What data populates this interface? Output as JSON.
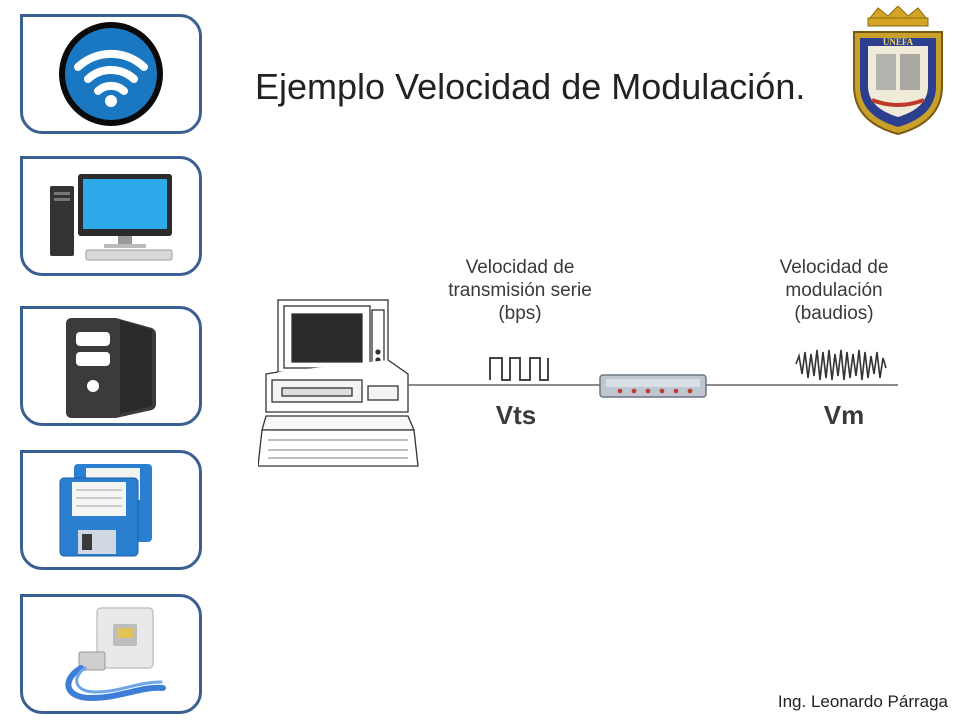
{
  "title": "Ejemplo Velocidad de Modulación.",
  "logo": {
    "text": "UNEFA"
  },
  "sidebar": {
    "items": [
      {
        "icon": "wifi-icon"
      },
      {
        "icon": "desktop-computer-icon"
      },
      {
        "icon": "server-tower-icon"
      },
      {
        "icon": "floppy-disks-icon"
      },
      {
        "icon": "ethernet-port-icon"
      }
    ]
  },
  "diagram": {
    "left_label": [
      "Velocidad de",
      "transmisión serie",
      "(bps)"
    ],
    "right_label": [
      "Velocidad de",
      "modulación",
      "(baudios)"
    ],
    "left_symbol": "Vts",
    "right_symbol": "Vm"
  },
  "footer": "Ing. Leonardo Párraga",
  "colors": {
    "tile_border": "#3a5f93",
    "wifi_blue": "#1a78c2",
    "floppy_blue": "#2a7fd0"
  }
}
